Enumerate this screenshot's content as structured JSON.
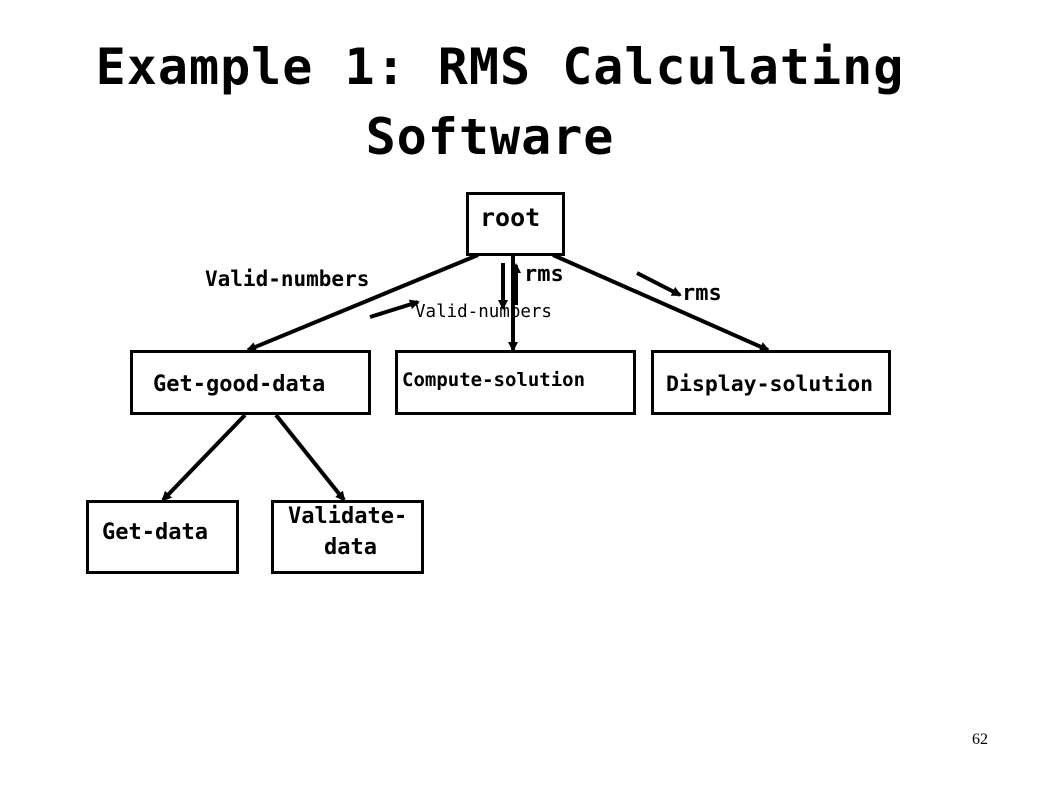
{
  "title": {
    "line1": "Example 1: RMS Calculating",
    "line2": "Software"
  },
  "nodes": {
    "root": "root",
    "get_good_data": "Get-good-data",
    "compute_solution": "Compute-solution",
    "display_solution": "Display-solution",
    "get_data": "Get-data",
    "validate_data_line1": "Validate-",
    "validate_data_line2": "data"
  },
  "flows": {
    "valid_numbers_left": "Valid-numbers",
    "valid_numbers_center": "Valid-numbers",
    "rms_center": "rms",
    "rms_right": "rms"
  },
  "page_number": "62"
}
